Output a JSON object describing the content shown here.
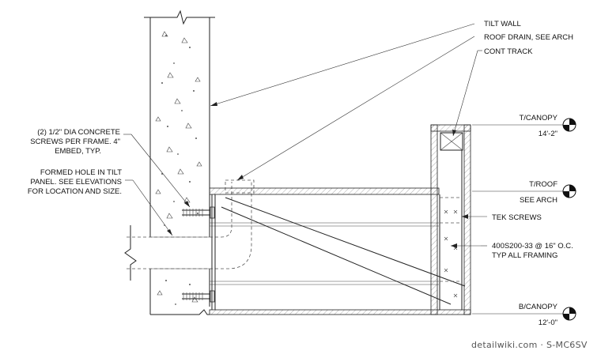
{
  "callouts": {
    "tilt_wall": "TILT WALL",
    "roof_drain": "ROOF DRAIN, SEE ARCH",
    "cont_track": "CONT TRACK",
    "screws_line1": "(2) 1/2\" DIA CONCRETE",
    "screws_line2": "SCREWS PER  FRAME. 4\"",
    "screws_line3": "EMBED, TYP.",
    "hole_line1": "FORMED HOLE IN TILT",
    "hole_line2": "PANEL. SEE ELEVATIONS",
    "hole_line3": "FOR LOCATION AND SIZE.",
    "tek_screws": "TEK SCREWS",
    "framing_line1": "400S200-33 @ 16\" O.C.",
    "framing_line2": "TYP ALL FRAMING"
  },
  "elevations": {
    "t_canopy_label": "T/CANOPY",
    "t_canopy_value": "14'-2\"",
    "t_roof_label": "T/ROOF",
    "t_roof_value": "SEE ARCH",
    "b_canopy_label": "B/CANOPY",
    "b_canopy_value": "12'-0\""
  },
  "footer": "detailwiki.com · S-MC6SV"
}
